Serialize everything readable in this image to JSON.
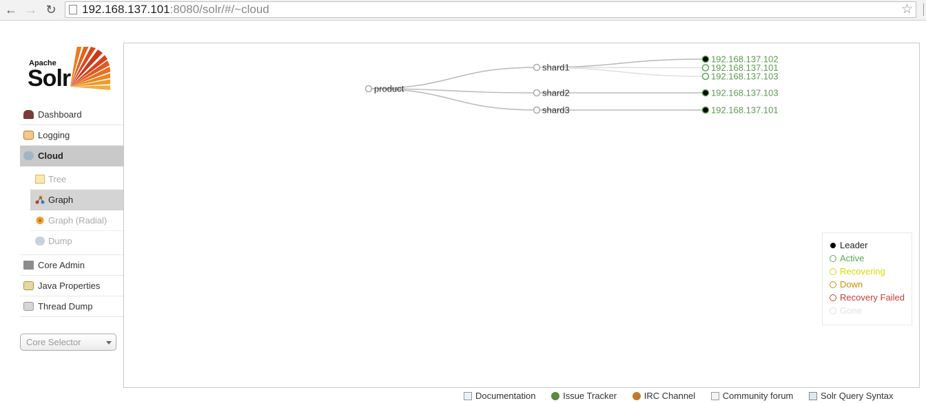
{
  "browser": {
    "url_host": "192.168.137.101",
    "url_rest": ":8080/solr/#/~cloud",
    "back_icon": "arrow-left-icon",
    "forward_icon": "arrow-right-icon",
    "reload_icon": "reload-icon",
    "bookmark_icon": "star-icon"
  },
  "logo": {
    "apache": "Apache",
    "solr": "Solr"
  },
  "sidebar": {
    "items": [
      {
        "label": "Dashboard",
        "icon": "dashboard-icon"
      },
      {
        "label": "Logging",
        "icon": "logging-icon"
      },
      {
        "label": "Cloud",
        "icon": "cloud-icon",
        "active": true
      }
    ],
    "cloud_sub": [
      {
        "label": "Tree",
        "icon": "tree-icon"
      },
      {
        "label": "Graph",
        "icon": "graph-icon",
        "active": true
      },
      {
        "label": "Graph (Radial)",
        "icon": "graph-radial-icon"
      },
      {
        "label": "Dump",
        "icon": "dump-icon"
      }
    ],
    "items_after": [
      {
        "label": "Core Admin",
        "icon": "core-admin-icon"
      },
      {
        "label": "Java Properties",
        "icon": "java-properties-icon"
      },
      {
        "label": "Thread Dump",
        "icon": "thread-dump-icon"
      }
    ],
    "core_selector": "Core Selector"
  },
  "graph": {
    "collection": "product",
    "shards": [
      {
        "name": "shard1",
        "replicas": [
          {
            "host": "192.168.137.102",
            "state": "leader"
          },
          {
            "host": "192.168.137.101",
            "state": "active"
          },
          {
            "host": "192.168.137.103",
            "state": "active"
          }
        ]
      },
      {
        "name": "shard2",
        "replicas": [
          {
            "host": "192.168.137.103",
            "state": "leader"
          }
        ]
      },
      {
        "name": "shard3",
        "replicas": [
          {
            "host": "192.168.137.101",
            "state": "leader"
          }
        ]
      }
    ]
  },
  "legend": [
    {
      "label": "Leader",
      "color": "#000000",
      "fill": "#000000"
    },
    {
      "label": "Active",
      "color": "#57a957",
      "fill": "none"
    },
    {
      "label": "Recovering",
      "color": "#d5dd00",
      "fill": "none"
    },
    {
      "label": "Down",
      "color": "#c48f00",
      "fill": "none"
    },
    {
      "label": "Recovery Failed",
      "color": "#c43c35",
      "fill": "none"
    },
    {
      "label": "Gone",
      "color": "#e1e1e1",
      "fill": "none"
    }
  ],
  "footer": [
    {
      "label": "Documentation",
      "icon": "documentation-icon"
    },
    {
      "label": "Issue Tracker",
      "icon": "bug-icon"
    },
    {
      "label": "IRC Channel",
      "icon": "irc-icon"
    },
    {
      "label": "Community forum",
      "icon": "mail-icon"
    },
    {
      "label": "Solr Query Syntax",
      "icon": "query-syntax-icon"
    }
  ]
}
